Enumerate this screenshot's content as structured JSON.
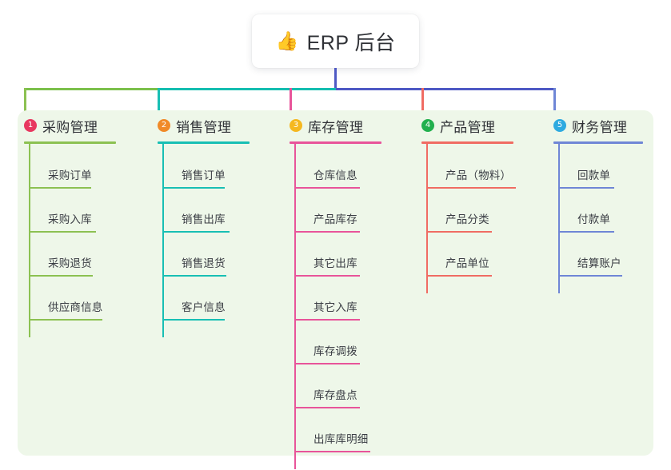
{
  "diagram": {
    "type": "mind-map",
    "title": "ERP 后台",
    "root": {
      "emoji": "👍",
      "icon_name": "thumbs-up-icon",
      "label": "ERP 后台"
    },
    "panel_background": "#eef7e9",
    "stem_color": "#4e59c4",
    "trunk_segments": [
      {
        "color": "#7cc04b"
      },
      {
        "color": "#14bdb0"
      },
      {
        "color": "#4e59c4"
      }
    ],
    "columns": [
      {
        "number": "1",
        "badge_color": "#e8385f",
        "line_color": "#8cc152",
        "title": "采购管理",
        "drop_color": "#8cc152",
        "items": [
          {
            "label": "采购订单",
            "rule_width": 78
          },
          {
            "label": "采购入库",
            "rule_width": 84
          },
          {
            "label": "采购退货",
            "rule_width": 80
          },
          {
            "label": "供应商信息",
            "rule_width": 92
          }
        ]
      },
      {
        "number": "2",
        "badge_color": "#f08a28",
        "line_color": "#18bfb4",
        "title": "销售管理",
        "drop_color": "#18bfb4",
        "items": [
          {
            "label": "销售订单",
            "rule_width": 78
          },
          {
            "label": "销售出库",
            "rule_width": 84
          },
          {
            "label": "销售退货",
            "rule_width": 80
          },
          {
            "label": "客户信息",
            "rule_width": 78
          }
        ]
      },
      {
        "number": "3",
        "badge_color": "#f5b820",
        "line_color": "#e8549a",
        "title": "库存管理",
        "drop_color": "#e8549a",
        "items": [
          {
            "label": "仓库信息",
            "rule_width": 82
          },
          {
            "label": "产品库存",
            "rule_width": 82
          },
          {
            "label": "其它出库",
            "rule_width": 82
          },
          {
            "label": "其它入库",
            "rule_width": 82
          },
          {
            "label": "库存调拨",
            "rule_width": 82
          },
          {
            "label": "库存盘点",
            "rule_width": 82
          },
          {
            "label": "出库库明细",
            "rule_width": 95
          }
        ]
      },
      {
        "number": "4",
        "badge_color": "#22b04e",
        "line_color": "#f06c63",
        "title": "产品管理",
        "drop_color": "#f06c63",
        "items": [
          {
            "label": "产品（物料）",
            "rule_width": 112
          },
          {
            "label": "产品分类",
            "rule_width": 82
          },
          {
            "label": "产品单位",
            "rule_width": 82
          }
        ]
      },
      {
        "number": "5",
        "badge_color": "#2eaae0",
        "line_color": "#6f86d6",
        "title": "财务管理",
        "drop_color": "#6f86d6",
        "items": [
          {
            "label": "回款单",
            "rule_width": 70
          },
          {
            "label": "付款单",
            "rule_width": 70
          },
          {
            "label": "结算账户",
            "rule_width": 80
          }
        ]
      }
    ]
  }
}
